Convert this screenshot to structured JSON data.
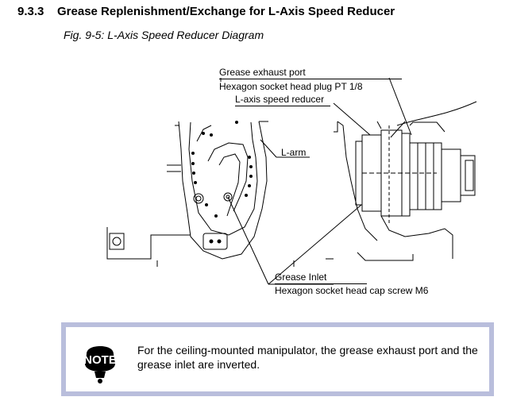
{
  "section": {
    "number": "9.3.3",
    "title": "Grease Replenishment/Exchange for L-Axis Speed Reducer"
  },
  "figure": {
    "caption": "Fig. 9-5: L-Axis Speed Reducer Diagram"
  },
  "callouts": {
    "exhaust_port": "Grease exhaust port",
    "exhaust_plug": "Hexagon socket head plug PT 1/8",
    "speed_reducer": "L-axis speed reducer",
    "l_arm": "L-arm",
    "inlet": "Grease Inlet",
    "inlet_screw": "Hexagon socket head cap screw M6"
  },
  "note": {
    "badge": "NOTE",
    "text": "For the ceiling-mounted manipulator, the grease exhaust port and the grease inlet are inverted."
  },
  "colors": {
    "note_border": "#b9bedc",
    "line": "#000000"
  }
}
